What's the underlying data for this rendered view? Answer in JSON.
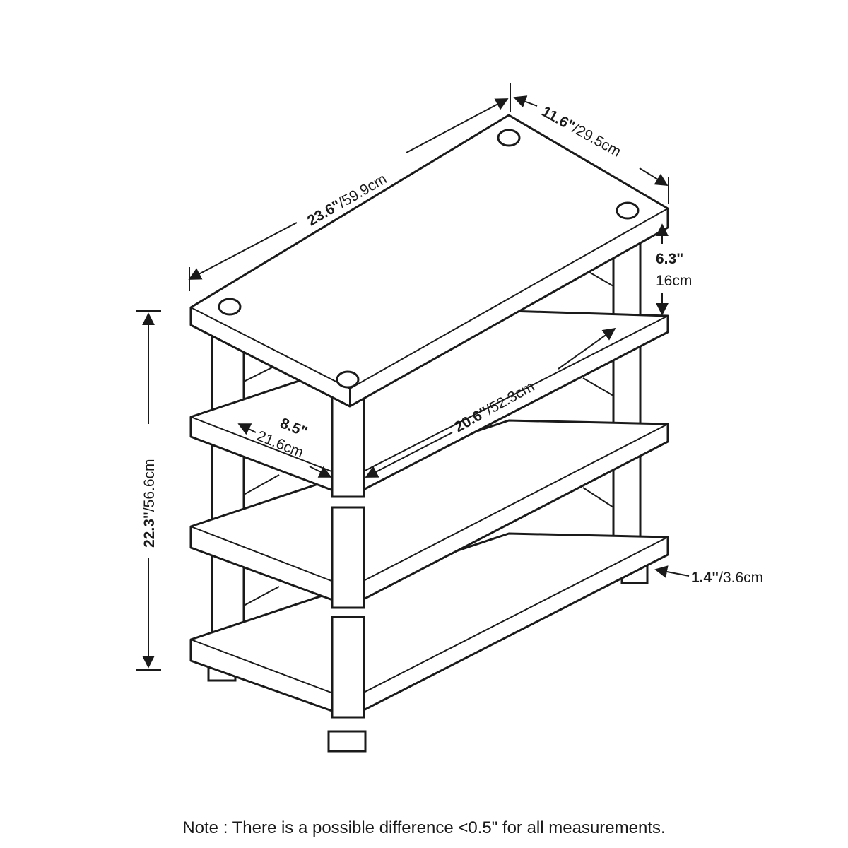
{
  "dimensions": {
    "length": {
      "inch": "23.6\"",
      "cm": "/59.9cm"
    },
    "depth": {
      "inch": "11.6\"",
      "cm": "/29.5cm"
    },
    "shelf_gap": {
      "inch": "6.3\"",
      "cm": "16cm"
    },
    "height": {
      "inch": "22.3\"",
      "cm": "/56.6cm"
    },
    "inner_width": {
      "inch": "20.6\"",
      "cm": "/52.3cm"
    },
    "inner_depth": {
      "inch": "8.5\"",
      "cm": "21.6cm"
    },
    "foot_height": {
      "inch": "1.4\"",
      "cm": "/3.6cm"
    }
  },
  "note": "Note : There is a possible difference <0.5\" for all measurements."
}
